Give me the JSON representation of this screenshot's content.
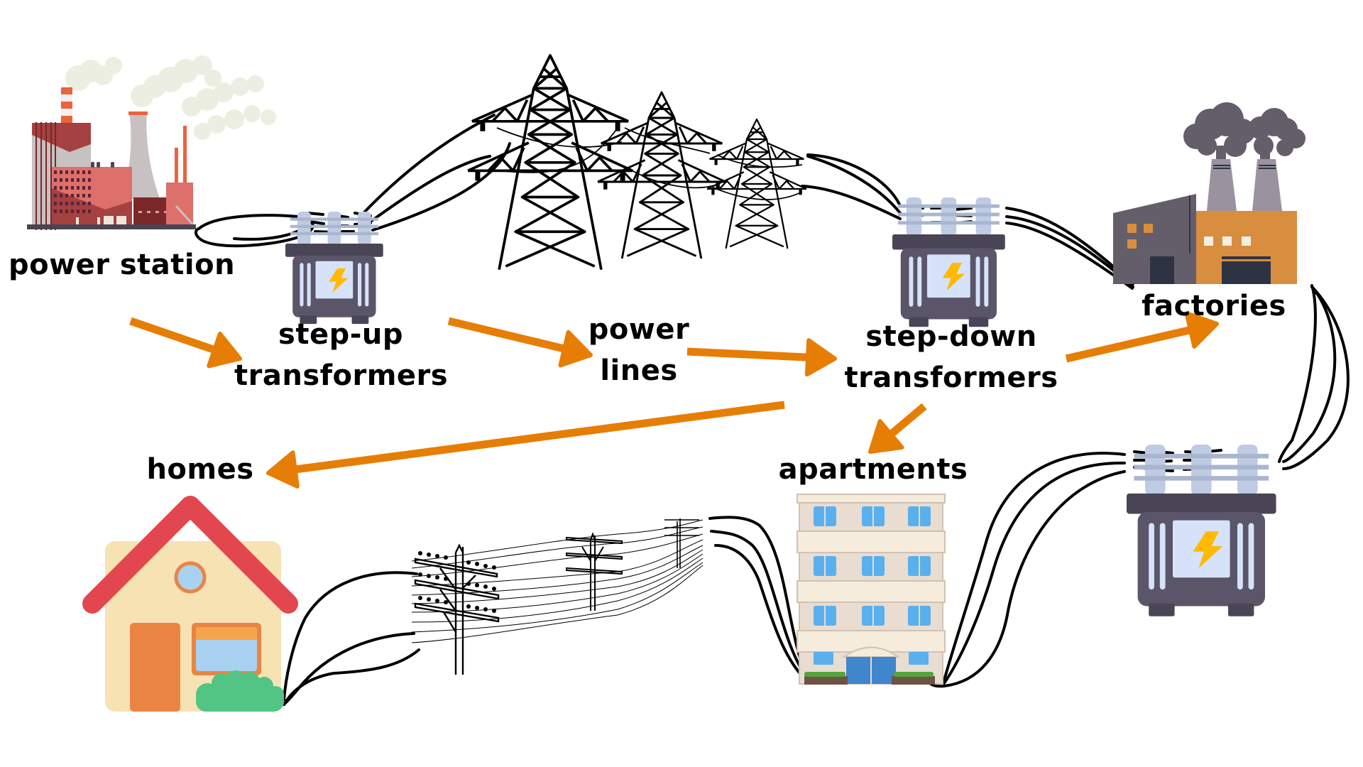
{
  "diagram": {
    "title": "Electricity transmission and distribution",
    "nodes": {
      "power_station": {
        "label": "power station",
        "icon": "power-plant-icon"
      },
      "step_up": {
        "label_line1": "step-up",
        "label_line2": "transformers",
        "icon": "transformer-icon"
      },
      "power_lines": {
        "label_line1": "power",
        "label_line2": "lines",
        "icon": "transmission-tower-icon"
      },
      "step_down": {
        "label_line1": "step-down",
        "label_line2": "transformers",
        "icon": "transformer-icon"
      },
      "factories": {
        "label": "factories",
        "icon": "factory-icon"
      },
      "homes": {
        "label": "homes",
        "icon": "house-icon"
      },
      "apartments": {
        "label": "apartments",
        "icon": "apartment-building-icon"
      },
      "distribution_transformer": {
        "icon": "transformer-icon"
      },
      "utility_poles": {
        "icon": "utility-pole-icon"
      }
    },
    "flow": [
      {
        "from": "power station",
        "to": "step-up transformers"
      },
      {
        "from": "step-up transformers",
        "to": "power lines"
      },
      {
        "from": "power lines",
        "to": "step-down transformers"
      },
      {
        "from": "step-down transformers",
        "to": "factories"
      },
      {
        "from": "step-down transformers",
        "to": "homes"
      },
      {
        "from": "step-down transformers",
        "to": "apartments"
      }
    ],
    "colors": {
      "arrow": "#e67e05",
      "wire": "#000000",
      "transformer_body": "#5a5568",
      "transformer_top": "#4a4556",
      "transformer_panel": "#d6e2fa",
      "bolt": "#ffba00",
      "insulator": "#bfcbe3",
      "house_roof": "#e2474f",
      "house_wall": "#f7e2b4",
      "house_door": "#ea8443",
      "bush": "#52c484",
      "sky_window": "#a8d2f0",
      "factory_grey": "#645d6a",
      "factory_orange": "#d98d3f",
      "plant_red": "#dd706b",
      "plant_dark_red": "#a54140",
      "apartment_wall": "#e8ddd0",
      "apartment_window": "#5ab0ee"
    }
  }
}
